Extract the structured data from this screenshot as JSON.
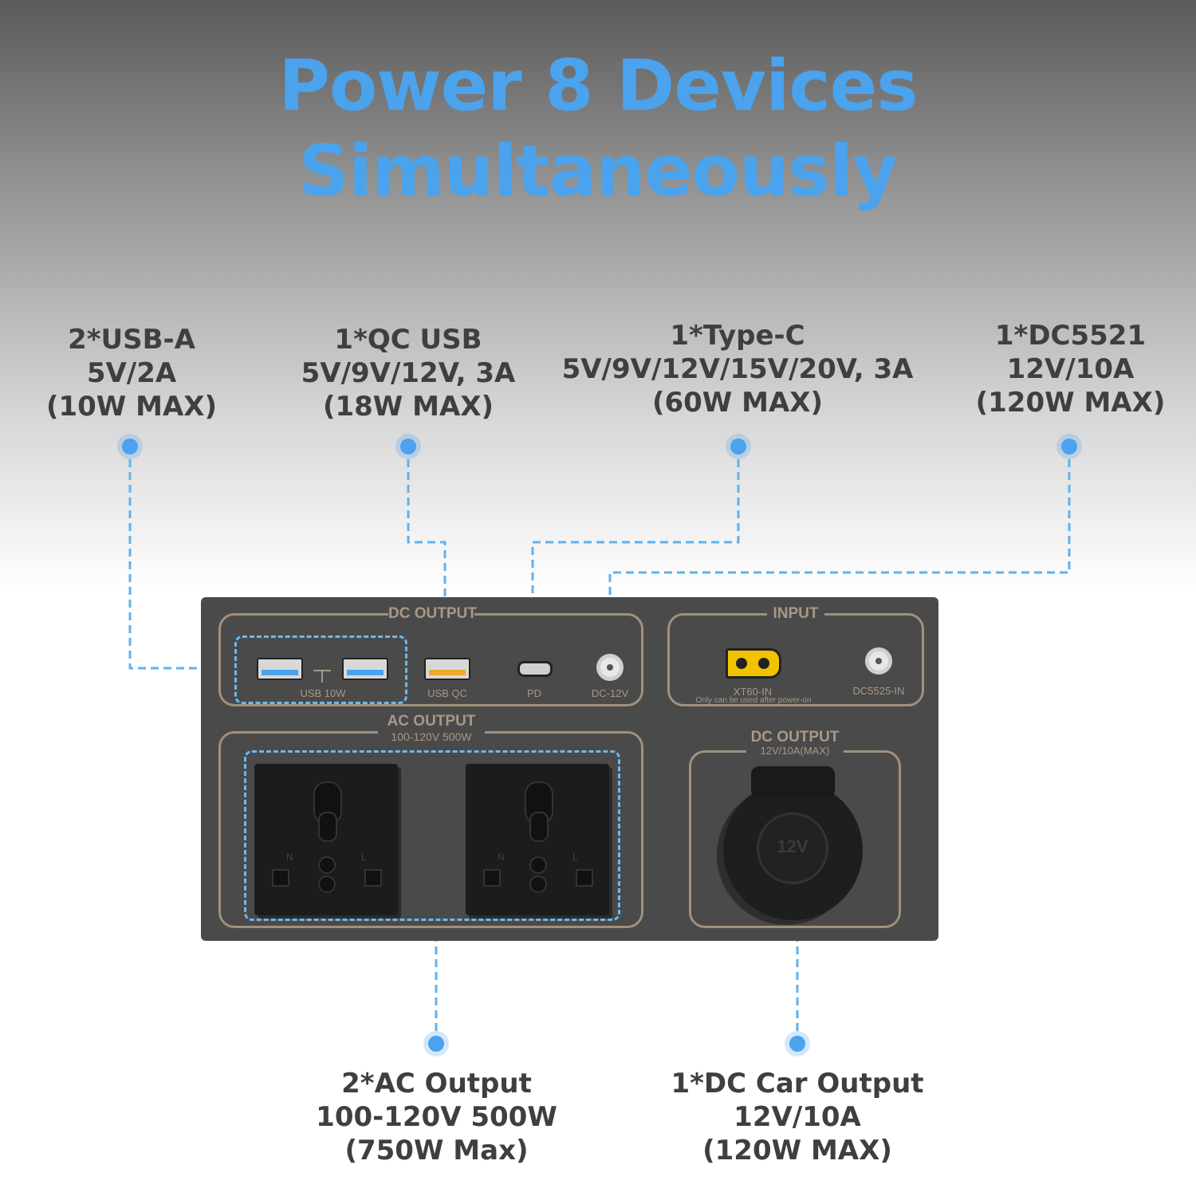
{
  "headline": {
    "line1": "Power 8 Devices",
    "line2": "Simultaneously"
  },
  "callouts": {
    "usb_a": [
      "2*USB-A",
      "5V/2A",
      "(10W MAX)"
    ],
    "qc_usb": [
      "1*QC USB",
      "5V/9V/12V, 3A",
      "(18W MAX)"
    ],
    "type_c": [
      "1*Type-C",
      "5V/9V/12V/15V/20V, 3A",
      "(60W MAX)"
    ],
    "dc5521": [
      "1*DC5521",
      "12V/10A",
      "(120W MAX)"
    ],
    "ac_output": [
      "2*AC Output",
      "100-120V 500W",
      "(750W Max)"
    ],
    "dc_car": [
      "1*DC Car Output",
      "12V/10A",
      "(120W MAX)"
    ]
  },
  "device": {
    "dc_output_title": "DC OUTPUT",
    "input_title": "INPUT",
    "usb10w_label": "USB 10W",
    "usbqc_label": "USB QC",
    "pd_label": "PD",
    "dc12v_label": "DC-12V",
    "xt60_label": "XT60-IN",
    "xt60_note": "Only can be used after power-on",
    "dc5525_label": "DC5525-IN",
    "ac_title": "AC OUTPUT",
    "ac_sub": "100-120V 500W",
    "car_title": "DC OUTPUT",
    "car_sub": "12V/10A(MAX)",
    "car_socket_text": "12V",
    "socket_n": "N",
    "socket_l": "L"
  },
  "colors": {
    "accent": "#4aa3ec",
    "panel": "#4a4a4a",
    "trim": "#a0907c",
    "usb_qc": "#f0a82a"
  }
}
